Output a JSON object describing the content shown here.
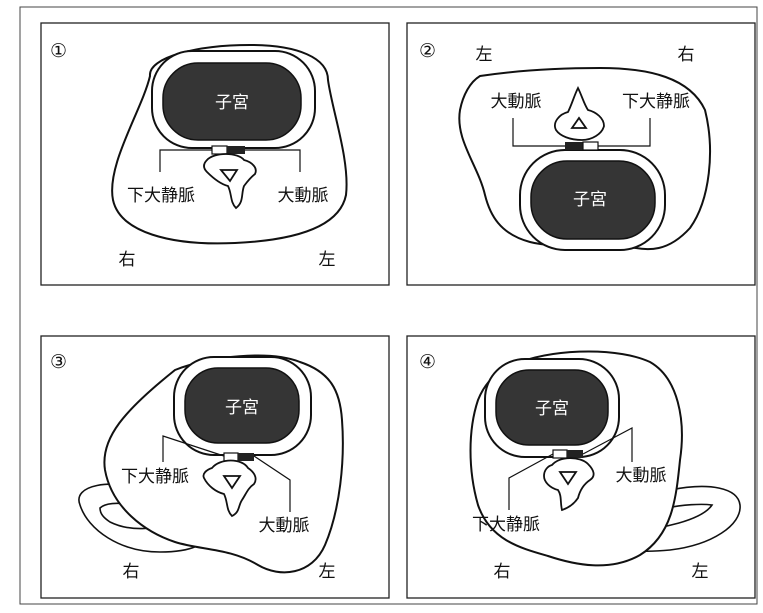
{
  "panels": [
    {
      "number": "①",
      "uterus": "子宮",
      "vessel_left": "下大静脈",
      "vessel_right": "大動脈",
      "side_left": "右",
      "side_right": "左"
    },
    {
      "number": "②",
      "uterus": "子宮",
      "vessel_left": "大動脈",
      "vessel_right": "下大静脈",
      "side_left": "左",
      "side_right": "右"
    },
    {
      "number": "③",
      "uterus": "子宮",
      "vessel_left": "下大静脈",
      "vessel_right": "大動脈",
      "side_left": "右",
      "side_right": "左"
    },
    {
      "number": "④",
      "uterus": "子宮",
      "vessel_left": "下大静脈",
      "vessel_right": "大動脈",
      "side_left": "右",
      "side_right": "左"
    }
  ],
  "colors": {
    "uterus_fill": "#353535",
    "line": "#111111",
    "background": "#ffffff"
  }
}
